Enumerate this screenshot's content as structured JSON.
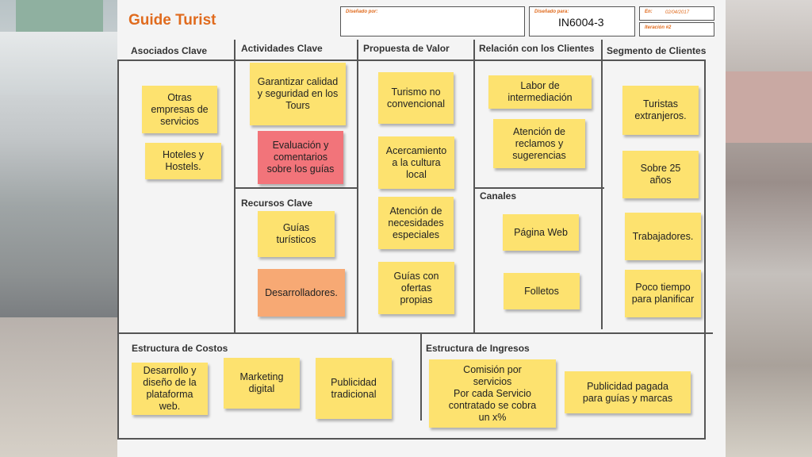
{
  "header": {
    "title": "Guide Turist",
    "designed_by_label": "Diseñado por:",
    "designed_by_value": "",
    "designed_for_label": "Diseñado para:",
    "designed_for_value": "IN6004-3",
    "date_label": "En:",
    "date_value": "02/04/2017",
    "iteration_label": "Iteración #2"
  },
  "sections": {
    "partners": "Asociados Clave",
    "activities": "Actividades Clave",
    "resources": "Recursos Clave",
    "value": "Propuesta de Valor",
    "relations": "Relación con los Clientes",
    "channels": "Canales",
    "segments": "Segmento de Clientes",
    "costs": "Estructura de Costos",
    "revenue": "Estructura de Ingresos"
  },
  "notes": {
    "partners": [
      "Otras\nempresas de\nservicios",
      "Hoteles y\nHostels."
    ],
    "activities": [
      "Garantizar calidad\ny seguridad en los\nTours",
      "Evaluación y\ncomentarios\nsobre los guías"
    ],
    "resources": [
      "Guías\nturísticos",
      "Desarrolladores."
    ],
    "value": [
      "Turismo no\nconvencional",
      "Acercamiento\na la cultura\nlocal",
      "Atención de\nnecesidades\nespeciales",
      "Guías con\nofertas\npropias"
    ],
    "relations": [
      "Labor de\nintermediación",
      "Atención de\nreclamos y\nsugerencias"
    ],
    "channels": [
      "Página Web",
      "Folletos"
    ],
    "segments": [
      "Turistas\nextranjeros.",
      "Sobre 25\naños",
      "Trabajadores.",
      "Poco tiempo\npara planificar"
    ],
    "costs": [
      "Desarrollo y\ndiseño de la\nplataforma\nweb.",
      "Marketing\ndigital",
      "Publicidad\ntradicional"
    ],
    "revenue": [
      "Comisión por\nservicios\nPor cada Servicio\ncontratado se cobra\nun x%",
      "Publicidad pagada\npara guías y marcas"
    ]
  },
  "colors": {
    "sticky": "#fde26f",
    "sticky_red": "#f2747a",
    "sticky_orange": "#f7a974",
    "title": "#e06b1e"
  }
}
